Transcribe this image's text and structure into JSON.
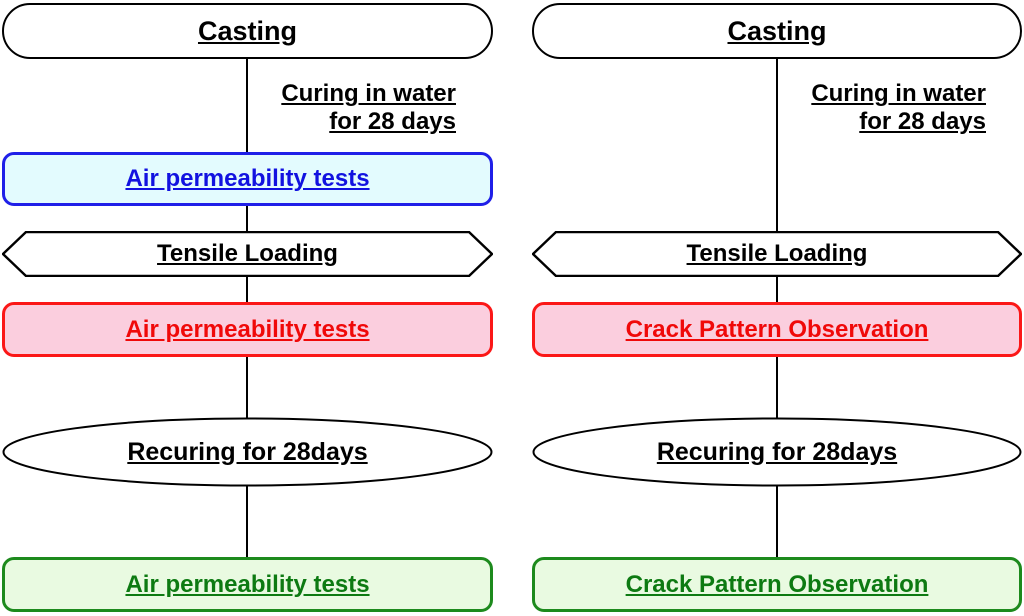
{
  "diagram": {
    "title": "Experimental program flowchart",
    "type": "flowchart",
    "columns": [
      {
        "id": "left",
        "nodes": [
          {
            "id": "l-casting",
            "shape": "rounded-pill",
            "label": "Casting"
          },
          {
            "id": "l-air-1",
            "shape": "rounded-rect",
            "label": "Air permeability tests"
          },
          {
            "id": "l-tensile",
            "shape": "hexagon-arrow",
            "label": "Tensile Loading"
          },
          {
            "id": "l-air-2",
            "shape": "rounded-rect",
            "label": "Air permeability tests"
          },
          {
            "id": "l-recuring",
            "shape": "ellipse",
            "label": "Recuring for 28days"
          },
          {
            "id": "l-air-3",
            "shape": "rounded-rect",
            "label": "Air permeability tests"
          }
        ],
        "edge_notes": [
          {
            "id": "l-curing-note",
            "line1": "Curing in water",
            "line2": "for 28 days"
          }
        ]
      },
      {
        "id": "right",
        "nodes": [
          {
            "id": "r-casting",
            "shape": "rounded-pill",
            "label": "Casting"
          },
          {
            "id": "r-tensile",
            "shape": "hexagon-arrow",
            "label": "Tensile Loading"
          },
          {
            "id": "r-crack-1",
            "shape": "rounded-rect",
            "label": "Crack Pattern Observation"
          },
          {
            "id": "r-recuring",
            "shape": "ellipse",
            "label": "Recuring for 28days"
          },
          {
            "id": "r-crack-2",
            "shape": "rounded-rect",
            "label": "Crack Pattern Observation"
          }
        ],
        "edge_notes": [
          {
            "id": "r-curing-note",
            "line1": "Curing in water",
            "line2": "for 28 days"
          }
        ]
      }
    ],
    "colors": {
      "outline": "#000000",
      "blue_fill": "#E3FBFE",
      "blue_border": "#1F1FE8",
      "blue_text": "#1212E0",
      "pink_fill": "#FBCEDE",
      "pink_border": "#FB1717",
      "pink_text": "#F00909",
      "green_fill": "#E9FAE1",
      "green_border": "#1D8A1D",
      "green_text": "#0D7A12",
      "background": "#FFFFFF"
    }
  }
}
